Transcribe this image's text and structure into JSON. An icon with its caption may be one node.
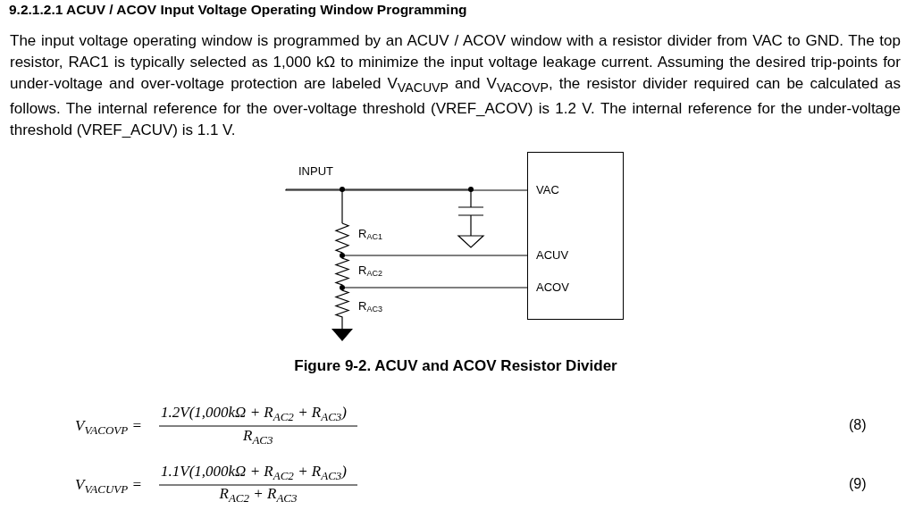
{
  "diagram": {
    "title": "9.2.1.2.1 ACUV / ACOV Input Voltage Operating Window Programming",
    "caption": "Figure 9-2. ACUV and ACOV Resistor Divider",
    "nodes": [
      {
        "text": [
          "VAC",
          "ACUV",
          "ACOV"
        ]
      },
      {
        "text": [
          "INPUT"
        ]
      },
      {
        "text": [
          "R$_{AC1}$"
        ]
      },
      {
        "text": [
          "R$_{AC2}$"
        ]
      },
      {
        "text": [
          "R$_{AC3}$"
        ]
      },
      {
        "text": [],
        "shape": "capacitor"
      },
      {
        "text": [],
        "shape": "ground"
      }
    ],
    "edges": [
      {
        "from": 1,
        "to": 0,
        "arrow": "none"
      },
      {
        "from": 1,
        "to": 2,
        "arrow": "other"
      },
      {
        "from": 1,
        "to": 5,
        "arrow": "none"
      },
      {
        "from": 2,
        "to": 0,
        "arrow": "other"
      },
      {
        "from": 3,
        "to": 0,
        "arrow": "other"
      },
      {
        "from": 4,
        "to": 6,
        "arrow": "none"
      }
    ],
    "labels": [
      "The input voltage operating window is programmed by an ACUV / ACOV window with a resistor divider from VAC to GND. The top resistor, RAC1 is typically selected as 1,000 kΩ to minimize the input voltage leakage current. Assuming the desired trip-points for under-voltage and over-voltage protection are labeled V$_{VACUVP}$ and V$_{VACOVP}$, the resistor divider required can be calculated as follows. The internal reference for the over-voltage threshold (VREF_ACOV) is 1.2 V. The internal reference for the under-voltage threshold (VREF_ACUV) is 1.1 V.",
      "V$_{VACOVP}$ =",
      "1.2V(1,000kΩ + R$_{AC2}$ + R$_{AC3}$)",
      "R$_{AC3}$",
      "(8)",
      "V$_{VACUVP}$ =",
      "1.1V(1,000kΩ + R$_{AC2}$ + R$_{AC3}$)",
      "R$_{AC2}$ + R$_{AC3}$",
      "(9)"
    ]
  }
}
